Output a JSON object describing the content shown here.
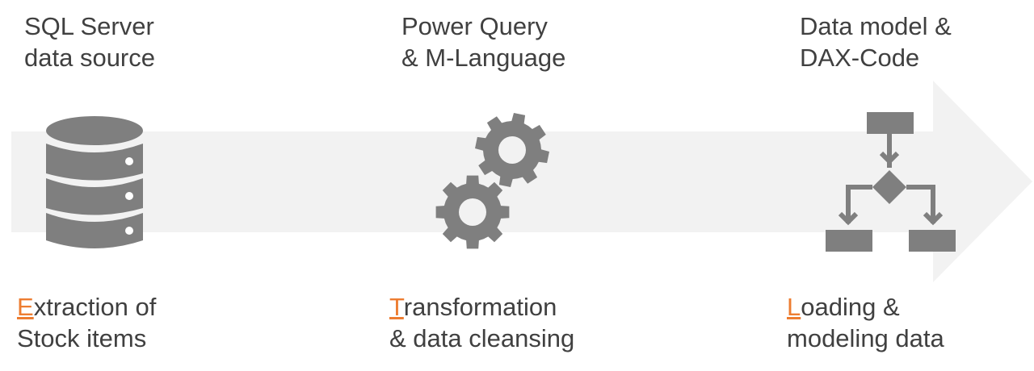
{
  "colors": {
    "arrow": "#F2F2F2",
    "icon": "#7F7F7F",
    "text": "#404040",
    "accent": "#ED7D31"
  },
  "stages": [
    {
      "top_line1": "SQL Server",
      "top_line2": "data source",
      "icon": "database-icon",
      "letter": "E",
      "bottom_rest": "xtraction of",
      "bottom_line2": "Stock items"
    },
    {
      "top_line1": "Power Query",
      "top_line2": "& M-Language",
      "icon": "gears-icon",
      "letter": "T",
      "bottom_rest": "ransformation",
      "bottom_line2": "& data cleansing"
    },
    {
      "top_line1": "Data model &",
      "top_line2": "DAX-Code",
      "icon": "flowchart-icon",
      "letter": "L",
      "bottom_rest": "oading &",
      "bottom_line2": "modeling data"
    }
  ]
}
